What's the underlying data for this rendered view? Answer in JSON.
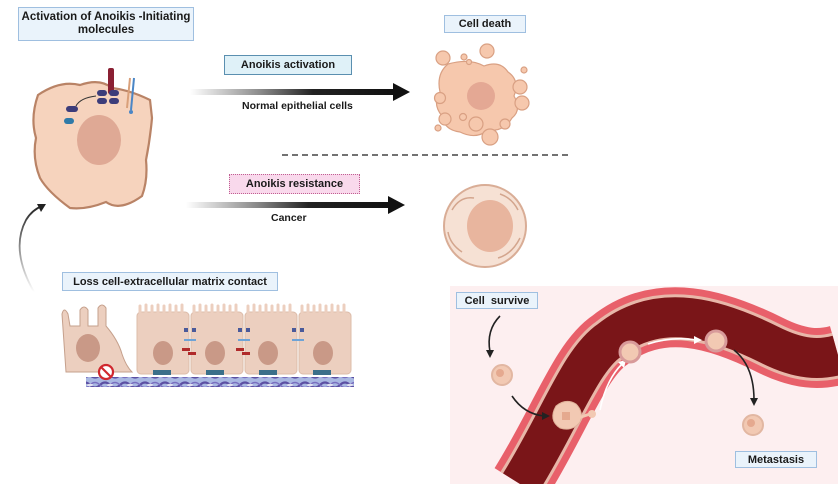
{
  "title": {
    "line1": "Activation of Anoikis -Initiating",
    "line2": "molecules"
  },
  "top_pathway": {
    "box_label": "Anoikis activation",
    "arrow_caption": "Normal epithelial cells",
    "outcome_label": "Cell death"
  },
  "bottom_pathway": {
    "box_label": "Anoikis resistance",
    "arrow_caption": "Cancer"
  },
  "ecm": {
    "label": "Loss cell-extracellular matrix contact"
  },
  "metastasis_panel": {
    "survive_label": "Cell  survive",
    "metastasis_label": "Metastasis"
  },
  "colors": {
    "cell_fill": "#f6d3bd",
    "cell_stroke": "#c89b80",
    "nucleus": "#dfa995",
    "vessel_outer": "#e8606a",
    "vessel_inner": "#7a1518",
    "panel_bg": "#fdeff0",
    "label_blue_bg": "#eaf3fb",
    "label_pink_bg": "#f9d9ec"
  }
}
